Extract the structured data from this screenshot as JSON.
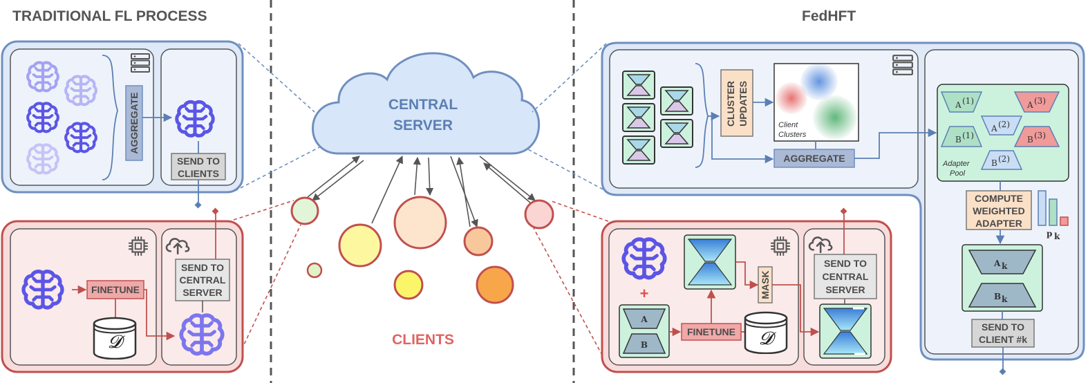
{
  "headings": {
    "traditional": "TRADITIONAL FL PROCESS",
    "fedhft": "FedHFT"
  },
  "central_server": {
    "line1": "CENTRAL",
    "line2": "SERVER"
  },
  "clients_label": "CLIENTS",
  "traditional": {
    "aggregate": "AGGREGATE",
    "send_to_clients": [
      "SEND TO",
      "CLIENTS"
    ],
    "finetune": "FINETUNE",
    "send_to_central": [
      "SEND TO",
      "CENTRAL",
      "SERVER"
    ],
    "dataset_symbol": "𝓓"
  },
  "fedhft": {
    "cluster_updates": [
      "CLUSTER",
      "UPDATES"
    ],
    "client_clusters": [
      "Client",
      "Clusters"
    ],
    "aggregate": "AGGREGATE",
    "adapter_pool": [
      "Adapter",
      "Pool"
    ],
    "adapters": [
      {
        "label": "A",
        "sup": "(1)"
      },
      {
        "label": "A",
        "sup": "(2)"
      },
      {
        "label": "A",
        "sup": "(3)"
      },
      {
        "label": "B",
        "sup": "(1)"
      },
      {
        "label": "B",
        "sup": "(2)"
      },
      {
        "label": "B",
        "sup": "(3)"
      }
    ],
    "compute_weighted": [
      "COMPUTE",
      "WEIGHTED",
      "ADAPTER"
    ],
    "pk": "p",
    "pk_sub": "k",
    "ak": "A",
    "ak_sub": "k",
    "bk": "B",
    "bk_sub": "k",
    "send_to_client_k": [
      "SEND TO",
      "CLIENT #k"
    ],
    "finetune": "FINETUNE",
    "mask": "MASK",
    "plus": "+",
    "adapter_a": "A",
    "adapter_b": "B",
    "send_to_central": [
      "SEND TO",
      "CENTRAL",
      "SERVER"
    ],
    "dataset_symbol": "𝓓"
  },
  "colors": {
    "blue_panel": "#dfe9f7",
    "blue_border": "#6f8fbf",
    "red_panel": "#f8dcdc",
    "red_border": "#c0504d",
    "brain": "#5b55e6",
    "green_adapter": "#ccf2de",
    "orange_box": "#fbe0c8"
  }
}
